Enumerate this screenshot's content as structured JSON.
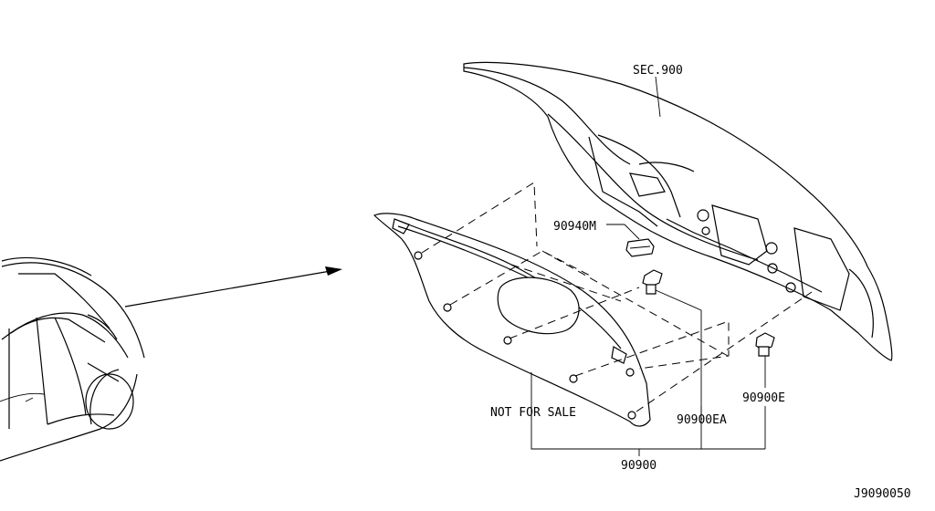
{
  "diagram": {
    "labels": {
      "sec": "SEC.900",
      "p90940m": "90940M",
      "p90900e": "90900E",
      "p90900ea": "90900EA",
      "not_for_sale": "NOT FOR SALE",
      "p90900": "90900",
      "figure_code": "J9090050"
    }
  }
}
